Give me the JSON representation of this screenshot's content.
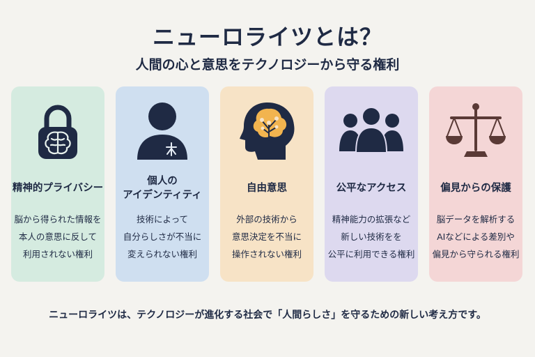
{
  "header": {
    "title": "ニューロライツとは？",
    "subtitle": "人間の心と意思をテクノロジーから守る権利"
  },
  "colors": {
    "navy": "#1f2a44",
    "card1": "#d5ebe0",
    "card2": "#cfdff0",
    "card3": "#f7e3c6",
    "card4": "#ddd9ef",
    "card5": "#f4d6d6"
  },
  "cards": [
    {
      "icon": "brain-lock-icon",
      "title": [
        "精神的プライバシー"
      ],
      "desc": [
        "脳から得られた情報を",
        "本人の意思に反して",
        "利用されない権利"
      ]
    },
    {
      "icon": "person-icon",
      "title": [
        "個人の",
        "アイデンティティ"
      ],
      "desc": [
        "技術によって",
        "自分らしさが不当に",
        "変えられない権利"
      ]
    },
    {
      "icon": "head-brain-icon",
      "title": [
        "自由意思"
      ],
      "desc": [
        "外部の技術から",
        "意思決定を不当に",
        "操作されない権利"
      ]
    },
    {
      "icon": "group-icon",
      "title": [
        "公平なアクセス"
      ],
      "desc": [
        "精神能力の拡張など",
        "新しい技術をを",
        "公平に利用できる権利"
      ]
    },
    {
      "icon": "scale-icon",
      "title": [
        "偏見からの保護"
      ],
      "desc": [
        "脳データを解析する",
        "AIなどによる差別や",
        "偏見から守られる権利"
      ]
    }
  ],
  "footer": {
    "text": "ニューロライツは、テクノロジーが進化する社会で「人間らしさ」を守るための新しい考え方です。"
  }
}
